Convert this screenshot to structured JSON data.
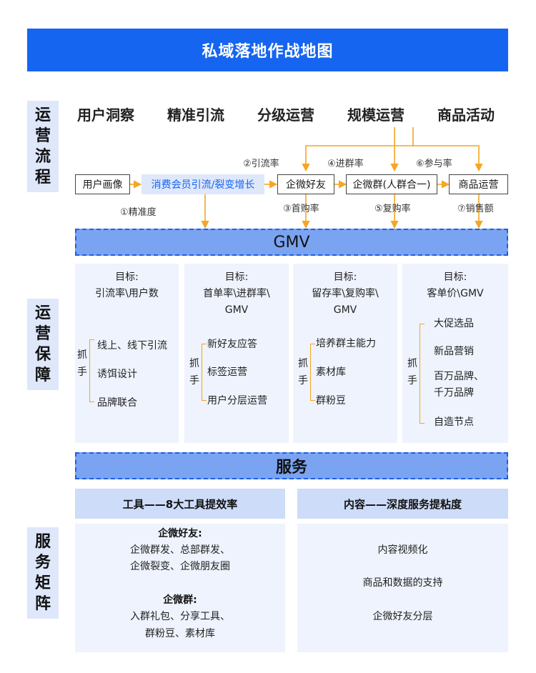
{
  "title": "私域落地作战地图",
  "sections": {
    "flow": [
      "运",
      "营",
      "流",
      "程"
    ],
    "guarantee": [
      "运",
      "营",
      "保",
      "障"
    ],
    "service_matrix": [
      "服",
      "务",
      "矩",
      "阵"
    ]
  },
  "stages": [
    "用户洞察",
    "精准引流",
    "分级运营",
    "规模运营",
    "商品活动"
  ],
  "flow_boxes": [
    "用户画像",
    "消费会员引流/裂变增长",
    "企微好友",
    "企微群(人群合一)",
    "商品运营"
  ],
  "rates": {
    "r1": "①精准度",
    "r2": "②引流率",
    "r3": "③首购率",
    "r4": "④进群率",
    "r5": "⑤复购率",
    "r6": "⑥参与率",
    "r7": "⑦销售额"
  },
  "gmv_bar": "GMV",
  "service_bar": "服务",
  "grab_label": [
    "抓",
    "手"
  ],
  "panels": [
    {
      "goal": [
        "目标:",
        "引流率\\用户数"
      ],
      "items": [
        "线上、线下引流",
        "诱饵设计",
        "品牌联合"
      ]
    },
    {
      "goal": [
        "目标:",
        "首单率\\进群率\\",
        "GMV"
      ],
      "items": [
        "新好友应答",
        "标签运营",
        "用户分层运营"
      ]
    },
    {
      "goal": [
        "目标:",
        "留存率\\复购率\\",
        "GMV"
      ],
      "items": [
        "培养群主能力",
        "素材库",
        "群粉豆"
      ]
    },
    {
      "goal": [
        "目标:",
        "客单价\\GMV"
      ],
      "items": [
        "大促选品",
        "新品营销",
        "百万品牌、",
        "千万品牌",
        "自造节点"
      ]
    }
  ],
  "services": {
    "tools": {
      "heading": "工具——8大工具提效率",
      "group1_title": "企微好友:",
      "group1_lines": [
        "企微群发、总部群发、",
        "企微裂变、企微朋友圈"
      ],
      "group2_title": "企微群:",
      "group2_lines": [
        "入群礼包、分享工具、",
        "群粉豆、素材库"
      ]
    },
    "content": {
      "heading": "内容——深度服务提粘度",
      "lines": [
        "内容视频化",
        "商品和数据的支持",
        "企微好友分层"
      ]
    }
  },
  "colors": {
    "primary": "#1565f0",
    "arrow": "#f5a623",
    "panel": "#eef3fd",
    "label_bg": "#dfe7fb"
  }
}
